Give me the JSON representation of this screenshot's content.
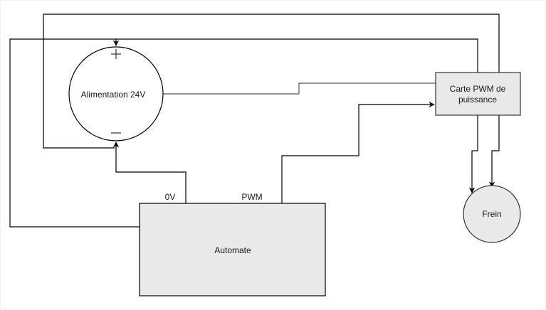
{
  "diagram": {
    "nodes": {
      "alimentation": {
        "label": "Alimentation 24V",
        "shape": "circle",
        "fill": "#ffffff",
        "stroke": "#000000",
        "plus_symbol": "+",
        "minus_symbol": "−"
      },
      "carte_pwm": {
        "label_line1": "Carte PWM de",
        "label_line2": "puissance",
        "shape": "rectangle",
        "fill": "#e9e9e9",
        "stroke": "#333333"
      },
      "frein": {
        "label": "Frein",
        "shape": "circle",
        "fill": "#e9e9e9",
        "stroke": "#333333"
      },
      "automate": {
        "label": "Automate",
        "shape": "rectangle",
        "fill": "#e9e9e9",
        "stroke": "#000000"
      }
    },
    "port_labels": {
      "ov": "0V",
      "pwm": "PWM"
    },
    "edges": [
      {
        "id": "carte-to-alim-plus",
        "from": "carte_pwm",
        "to": "alimentation (+)",
        "arrow": true
      },
      {
        "id": "carte-to-alim-minus",
        "from": "carte_pwm",
        "to": "alimentation (−)",
        "arrow": false
      },
      {
        "id": "automate-0v-to-alim-minus",
        "from": "automate (0V)",
        "to": "alimentation (−)",
        "arrow": true
      },
      {
        "id": "automate-pwm-to-carte",
        "from": "automate (PWM)",
        "to": "carte_pwm",
        "arrow": true
      },
      {
        "id": "alim-to-carte",
        "from": "alimentation",
        "to": "carte_pwm",
        "arrow": false
      },
      {
        "id": "automate-left-loop",
        "from": "automate",
        "to": "alimentation (+)",
        "arrow": false
      },
      {
        "id": "carte-to-frein-1",
        "from": "carte_pwm",
        "to": "frein",
        "arrow": true
      },
      {
        "id": "carte-to-frein-2",
        "from": "carte_pwm",
        "to": "frein",
        "arrow": true
      }
    ]
  }
}
